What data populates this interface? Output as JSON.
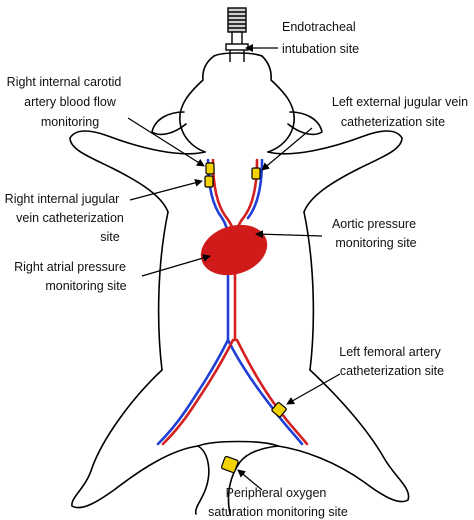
{
  "diagram": {
    "labels": {
      "endotracheal": [
        "Endotracheal",
        "intubation site"
      ],
      "right_carotid": [
        "Right internal carotid",
        "artery blood flow",
        "monitoring"
      ],
      "left_jugular": [
        "Left external jugular vein",
        "catheterization site"
      ],
      "right_jugular": [
        "Right internal jugular",
        "vein catheterization",
        "site"
      ],
      "aortic": [
        "Aortic pressure",
        "monitoring site"
      ],
      "right_atrial": [
        "Right atrial pressure",
        "monitoring site"
      ],
      "left_femoral": [
        "Left femoral artery",
        "catheterization site"
      ],
      "peripheral_oxygen": [
        "Peripheral oxygen",
        "saturation monitoring site"
      ]
    },
    "colors": {
      "artery": "#d42020",
      "vein": "#1f3fd6",
      "heart": "#d11a1a",
      "sensor": "#f2d200",
      "outline": "#000000"
    },
    "icons": [
      "endotracheal-tube-icon",
      "sensor-clip-icon",
      "heart-shape-icon"
    ]
  }
}
